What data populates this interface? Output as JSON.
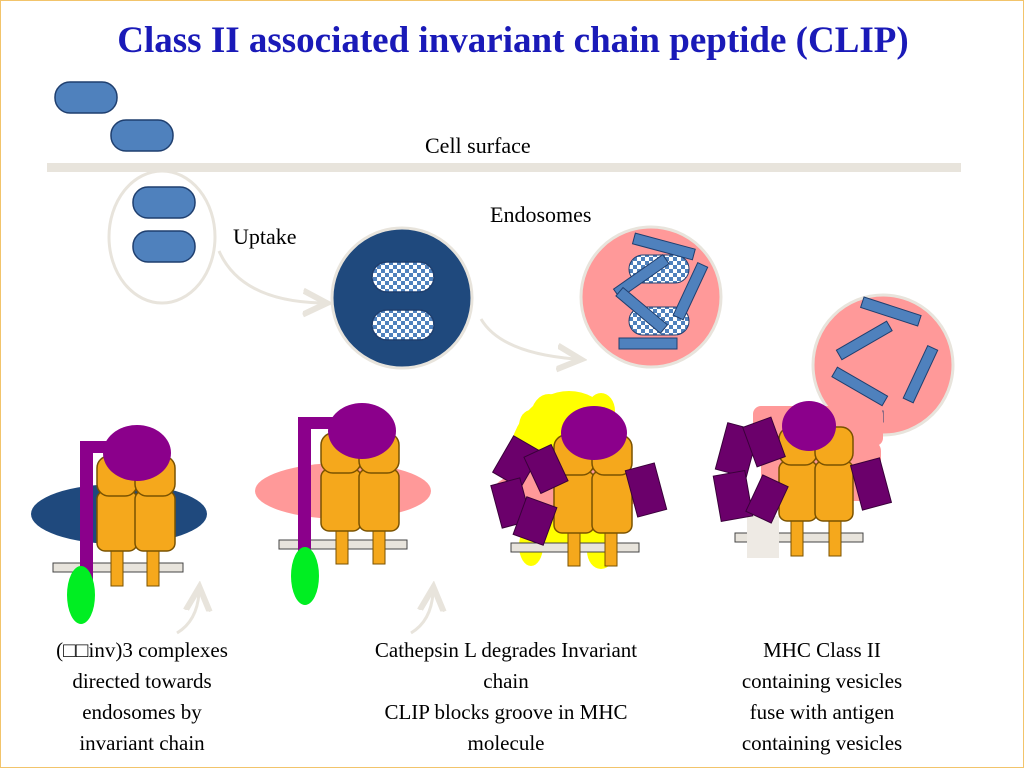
{
  "title": "Class II associated invariant chain peptide (CLIP)",
  "labels": {
    "cell_surface": "Cell surface",
    "endosomes": "Endosomes",
    "uptake": "Uptake"
  },
  "captions": [
    {
      "lines": [
        "(□□inv)3 complexes",
        "directed towards",
        "endosomes by",
        "invariant chain"
      ]
    },
    {
      "lines": [
        "Cathepsin L degrades Invariant",
        "chain",
        "CLIP blocks groove in MHC",
        "molecule"
      ]
    },
    {
      "lines": [
        "MHC Class II",
        "containing vesicles",
        "fuse with antigen",
        "containing vesicles"
      ]
    }
  ],
  "colors": {
    "title": "#1a1ab8",
    "antigen_blue": "#4f81bd",
    "endosome_dark": "#1f497d",
    "endosome_pink": "#ff9999",
    "mhc_orange": "#f5a81c",
    "invariant_purple": "#8b008b",
    "invariant_fragment": "#6b006b",
    "anchor_green": "#00ee22",
    "membrane": "#e8e4dc"
  }
}
